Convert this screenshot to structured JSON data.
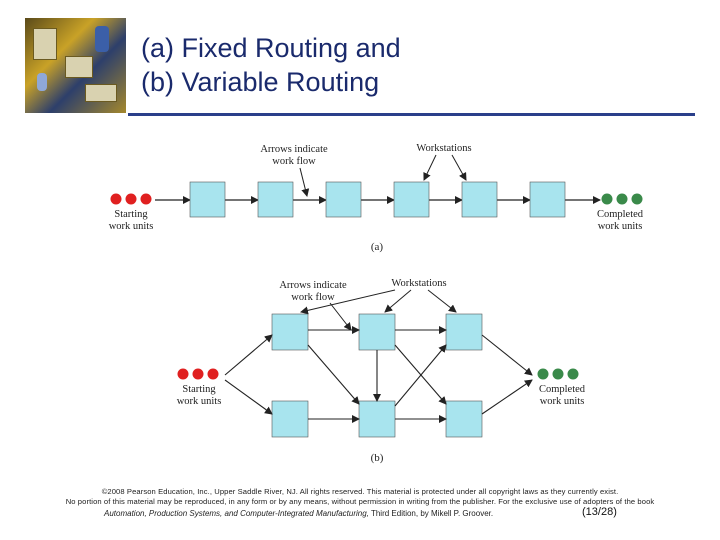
{
  "slide": {
    "title_line1": "(a) Fixed Routing and",
    "title_line2": "(b) Variable Routing",
    "accent_color": "#2a3f8a"
  },
  "diagram_a": {
    "label_arrows": [
      "Arrows indicate",
      "work flow"
    ],
    "label_workstations": "Workstations",
    "label_start": [
      "Starting",
      "work units"
    ],
    "label_complete": [
      "Completed",
      "work units"
    ],
    "caption": "(a)"
  },
  "diagram_b": {
    "label_arrows": [
      "Arrows indicate",
      "work flow"
    ],
    "label_workstations": "Workstations",
    "label_start": [
      "Starting",
      "work units"
    ],
    "label_complete": [
      "Completed",
      "work units"
    ],
    "caption": "(b)"
  },
  "colors": {
    "station": "#a8e4ee",
    "start_unit": "#e02020",
    "complete_unit": "#3a8a4a"
  },
  "footer": {
    "copyright_line1": "©2008 Pearson Education, Inc., Upper Saddle River, NJ. All rights reserved. This material is protected under all copyright laws as they currently exist.",
    "copyright_line2": "No portion of this material may be reproduced, in any form or by any means, without permission in writing from the publisher. For the exclusive use of adopters of the book",
    "book_title": "Automation, Production Systems, and Computer-Integrated Manufacturing,",
    "book_rest": " Third Edition, by Mikell P. Groover.",
    "page_number": "(13/28)"
  }
}
